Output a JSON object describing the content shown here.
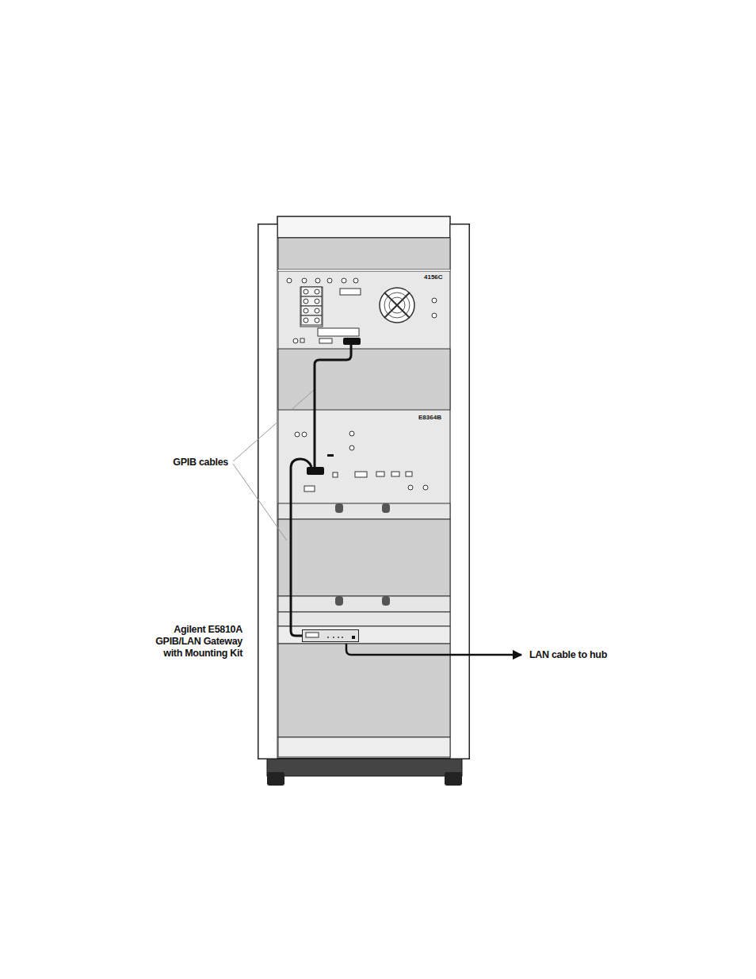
{
  "diagram": {
    "nodes": [
      {
        "text": [
          "4156C"
        ]
      },
      {
        "text": [
          "E8364B"
        ]
      },
      {
        "text": [
          "Agilent E5810A GPIB/LAN Gateway with Mounting Kit"
        ]
      }
    ],
    "edges": [
      {
        "from": 0,
        "to": 1,
        "arrow": "none"
      },
      {
        "from": 1,
        "to": 2,
        "arrow": "none"
      }
    ],
    "labels": [
      "GPIB cables",
      "LAN cable to hub"
    ]
  }
}
